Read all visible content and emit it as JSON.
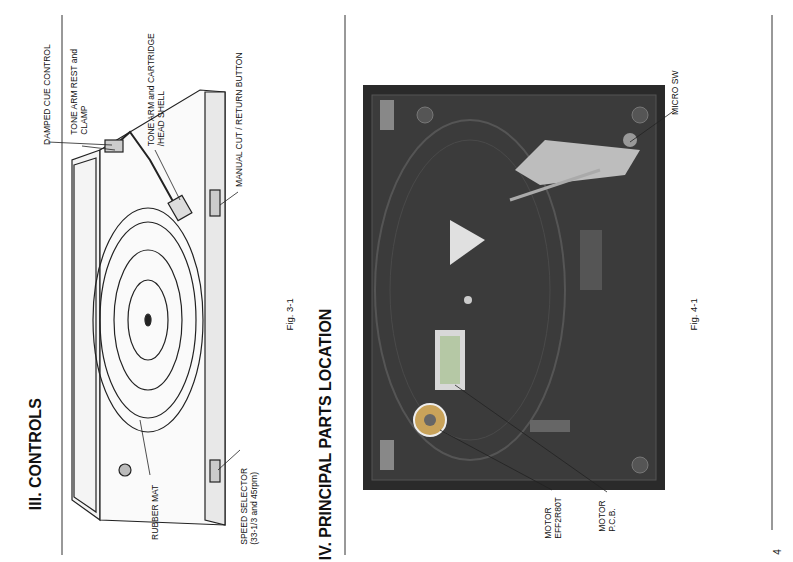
{
  "diagram": {
    "labels": [
      "III. CONTROLS",
      "DAMPED CUE CONTROL",
      "TONE ARM REST and CLAMP",
      "TONE ARM and CARTRIDGE /HEAD SHELL",
      "MANUAL CUT / RETURN BUTTON",
      "RUBBER MAT",
      "SPEED SELECTOR (33-1/3 and 45rpm)",
      "Fig. 3-1",
      "IV. PRINCIPAL PARTS LOCATION",
      "MOTOR EFF2R80T",
      "MOTOR P.C.B.",
      "MICRO SW",
      "Fig. 4-1",
      "4"
    ]
  }
}
